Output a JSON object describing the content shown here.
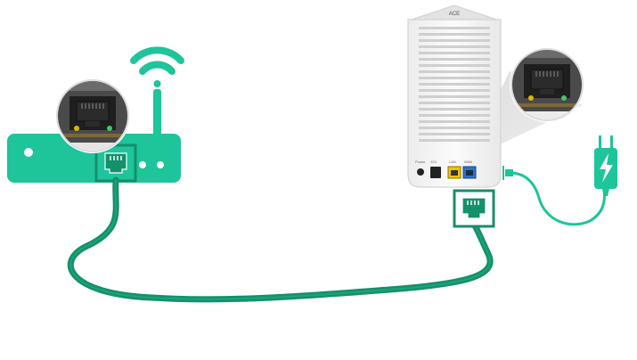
{
  "colors": {
    "accent": "#1ec49a",
    "cable": "#14906a",
    "cable_highlight": "#22b085",
    "device_body": "#f7f7f7",
    "port_yellow": "#f2c400",
    "port_blue": "#2f72c9",
    "zoom_cone": "#c8c8c8",
    "zoom_dark": "#3a3a3a"
  },
  "icons": {
    "wifi": "wifi-icon",
    "power": "power-plug-icon",
    "ethernet": "ethernet-port-icon",
    "bolt": "lightning-bolt-icon"
  },
  "device": {
    "brand_mark": "ACE",
    "back_labels": [
      "Power",
      "12V",
      "LAN",
      "WAN"
    ]
  }
}
